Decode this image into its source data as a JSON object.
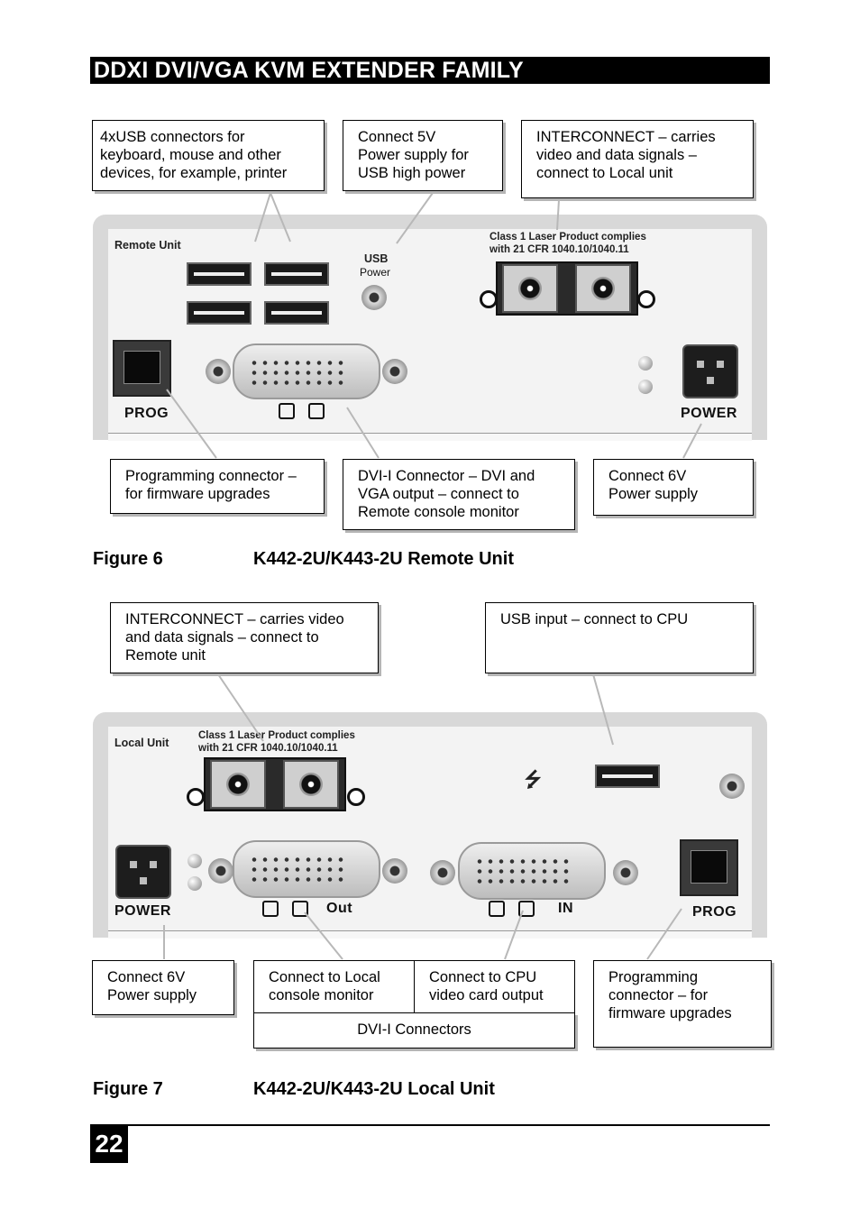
{
  "header": {
    "title": "DDXI DVI/VGA KVM EXTENDER FAMILY"
  },
  "figure6": {
    "number": "Figure 6",
    "caption": "K442-2U/K443-2U Remote Unit",
    "unit_label": "Remote Unit",
    "laser_notice_line1": "Class 1 Laser Product complies",
    "laser_notice_line2": "with 21 CFR 1040.10/1040.11",
    "usb_power_label": "USB",
    "usb_power_sub": "Power",
    "prog_label": "PROG",
    "power_label": "POWER",
    "callouts": {
      "usb_connectors": "4xUSB connectors for\nkeyboard, mouse and other\ndevices, for example, printer",
      "usb_power": "Connect 5V\nPower supply for\nUSB high power",
      "interconnect": "INTERCONNECT – carries\nvideo and data signals –\nconnect to Local unit",
      "programming": "Programming connector –\nfor firmware upgrades",
      "dvi": "DVI-I Connector – DVI and\nVGA output – connect to\nRemote console monitor",
      "power": "Connect 6V\nPower supply"
    }
  },
  "figure7": {
    "number": "Figure 7",
    "caption": "K442-2U/K443-2U Local Unit",
    "unit_label": "Local Unit",
    "laser_notice_line1": "Class 1 Laser Product complies",
    "laser_notice_line2": "with 21 CFR 1040.10/1040.11",
    "power_label": "POWER",
    "out_label": "Out",
    "in_label": "IN",
    "prog_label": "PROG",
    "callouts": {
      "interconnect": "INTERCONNECT – carries video\nand data signals – connect to\nRemote unit",
      "usb_input": "USB input – connect to CPU",
      "power": "Connect 6V\nPower supply",
      "local_monitor": "Connect to Local\nconsole monitor",
      "cpu_video": "Connect to CPU\nvideo card output",
      "dvi_connectors": "DVI-I Connectors",
      "programming": "Programming\nconnector – for\nfirmware upgrades"
    }
  },
  "page_number": "22"
}
